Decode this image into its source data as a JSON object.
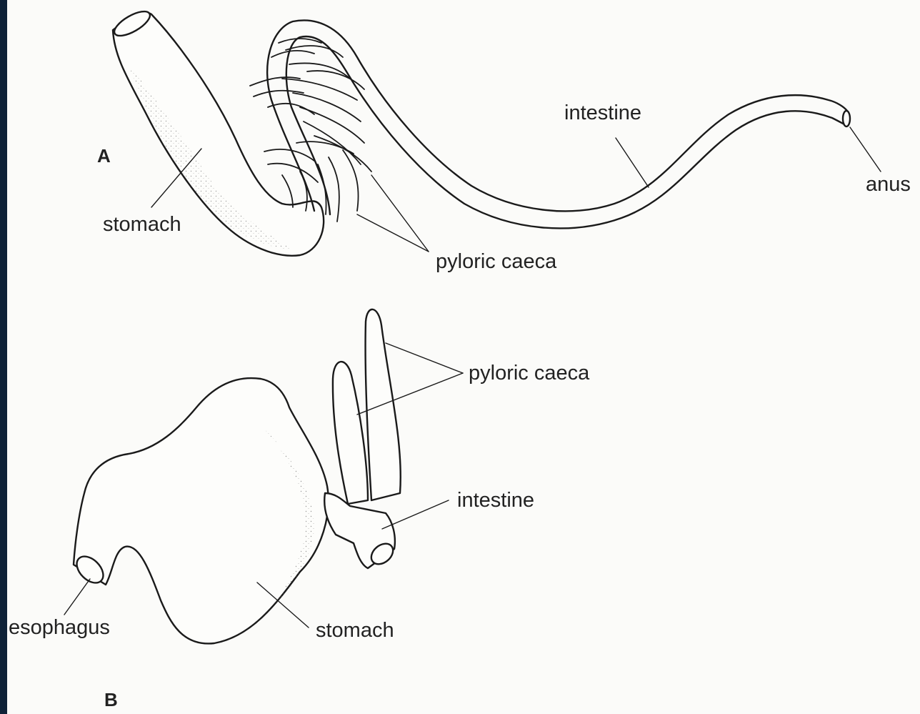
{
  "figure": {
    "panel_a": {
      "letter": "A",
      "labels": {
        "stomach": "stomach",
        "pyloric_caeca": "pyloric caeca",
        "intestine": "intestine",
        "anus": "anus"
      }
    },
    "panel_b": {
      "letter": "B",
      "labels": {
        "pyloric_caeca": "pyloric caeca",
        "intestine": "intestine",
        "esophagus": "esophagus",
        "stomach": "stomach"
      }
    }
  }
}
